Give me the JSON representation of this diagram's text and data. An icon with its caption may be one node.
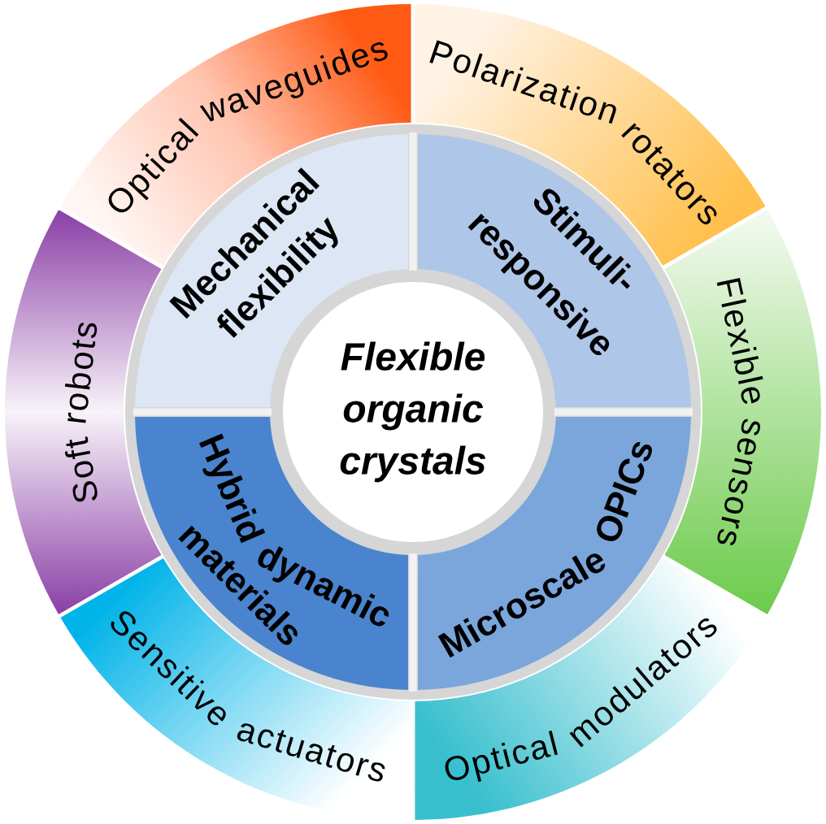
{
  "diagram": {
    "nodes": [
      {
        "text": [
          "Flexible organic crystals"
        ]
      },
      {
        "text": [
          "Mechanical flexibility"
        ]
      },
      {
        "text": [
          "Stimuli-responsive"
        ]
      },
      {
        "text": [
          "Hybrid dynamic materials"
        ]
      },
      {
        "text": [
          "Microscale OPICs"
        ]
      },
      {
        "text": [
          "Optical waveguides"
        ]
      },
      {
        "text": [
          "Polarization rotators"
        ]
      },
      {
        "text": [
          "Flexible sensors"
        ]
      },
      {
        "text": [
          "Optical modulators"
        ]
      },
      {
        "text": [
          "Sensitive actuators"
        ]
      },
      {
        "text": [
          "Soft robots"
        ]
      }
    ]
  }
}
